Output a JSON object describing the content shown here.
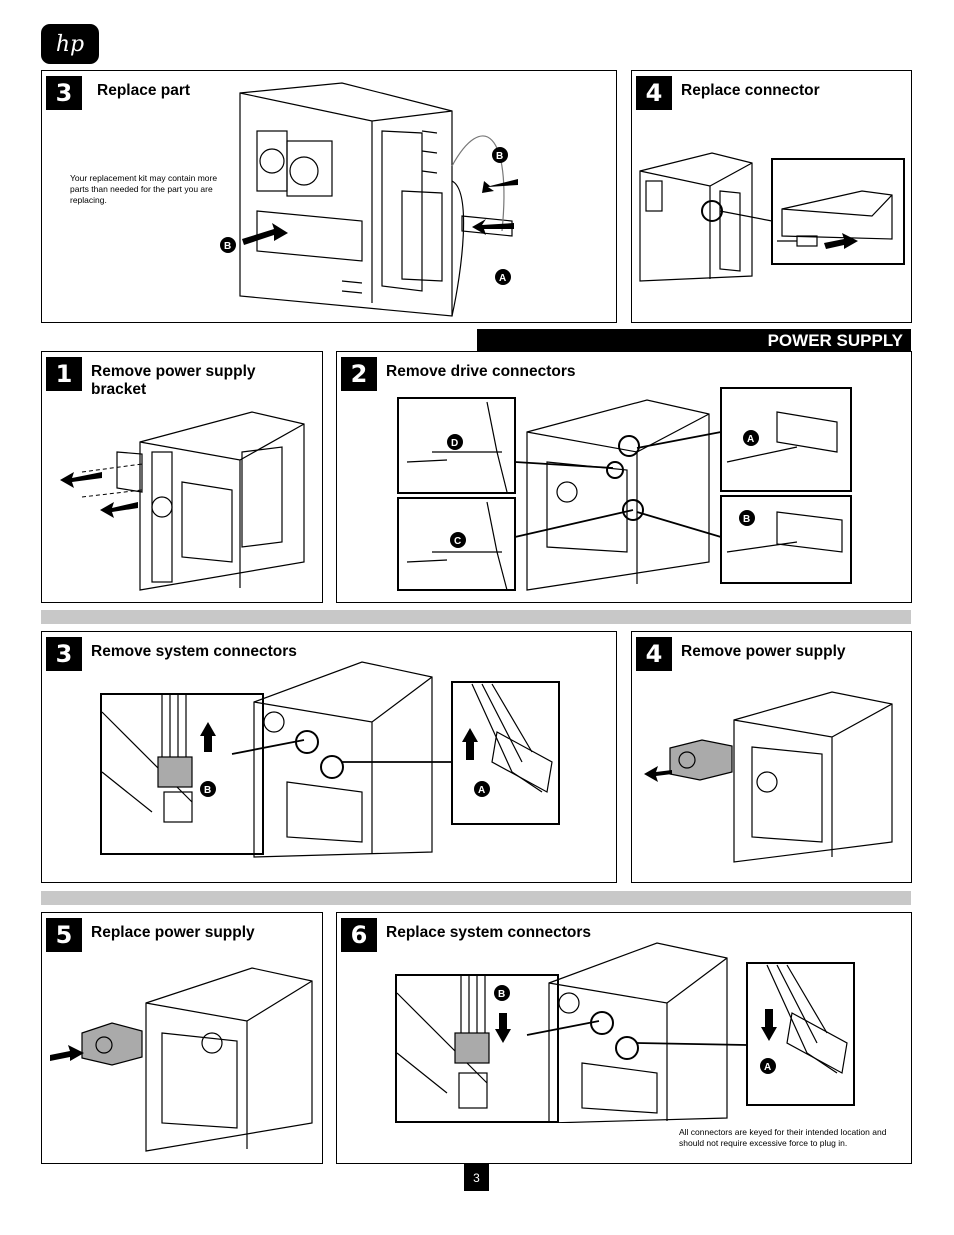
{
  "header": {
    "logo_text": "hp"
  },
  "top": {
    "step3": {
      "number": "3",
      "title": "Replace part",
      "note": "Your replacement kit may contain more parts than needed for the part you are replacing.",
      "callouts": [
        "B",
        "B",
        "A"
      ]
    },
    "step4": {
      "number": "4",
      "title": "Replace connector"
    }
  },
  "section_title": "POWER SUPPLY",
  "steps": {
    "s1": {
      "number": "1",
      "title": "Remove power supply bracket"
    },
    "s2": {
      "number": "2",
      "title": "Remove drive connectors",
      "callouts": [
        "D",
        "C",
        "A",
        "B"
      ]
    },
    "s3": {
      "number": "3",
      "title": "Remove system connectors",
      "callouts": [
        "B",
        "A"
      ]
    },
    "s4": {
      "number": "4",
      "title": "Remove power supply"
    },
    "s5": {
      "number": "5",
      "title": "Replace power supply"
    },
    "s6": {
      "number": "6",
      "title": "Replace system connectors",
      "callouts": [
        "B",
        "A"
      ],
      "note": "All connectors are keyed for their intended location and should not require excessive force to plug in."
    }
  },
  "footer": {
    "page_number": "3"
  }
}
